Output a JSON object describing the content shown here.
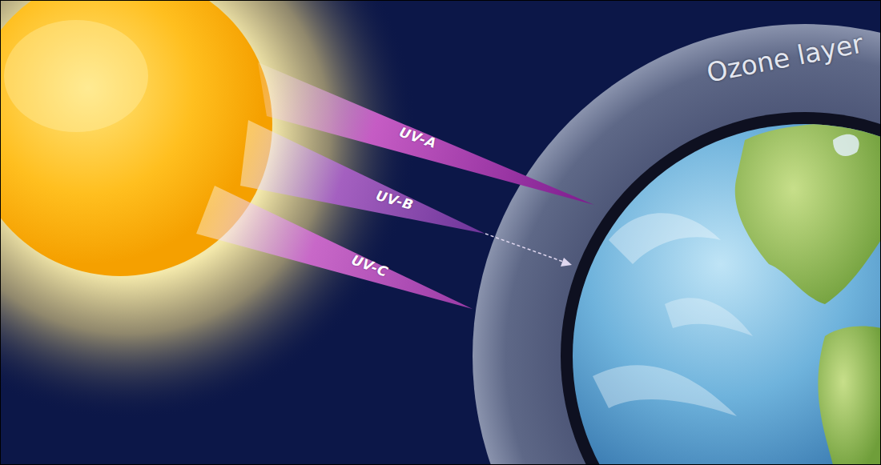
{
  "diagram": {
    "labels": [
      "UV-A",
      "UV-B",
      "UV-C",
      "Ozone layer"
    ]
  }
}
